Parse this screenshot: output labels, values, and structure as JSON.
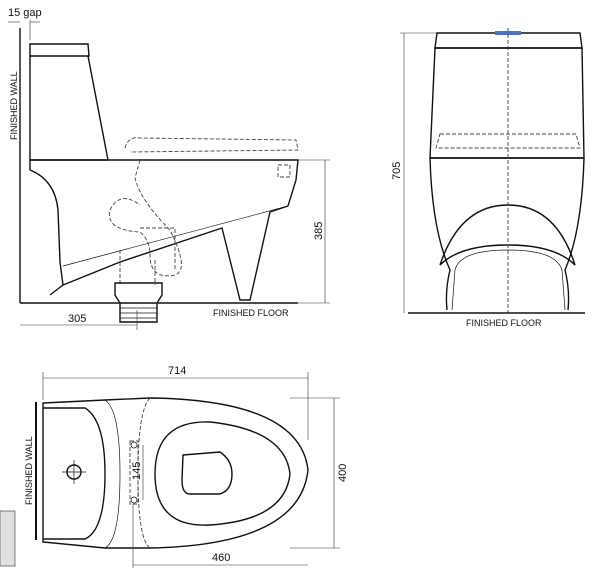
{
  "side_view": {
    "gap_label": "15 gap",
    "wall_label": "FINISHED WALL",
    "floor_label": "FINISHED FLOOR",
    "rough_in": "305",
    "seat_height": "385"
  },
  "front_view": {
    "height": "705",
    "floor_label": "FINISHED FLOOR",
    "button_color": "#4a6fd8"
  },
  "top_view": {
    "length": "714",
    "width": "400",
    "bowl_length": "460",
    "seat_hinge_spacing": "145",
    "wall_label": "FINISHED WALL"
  }
}
